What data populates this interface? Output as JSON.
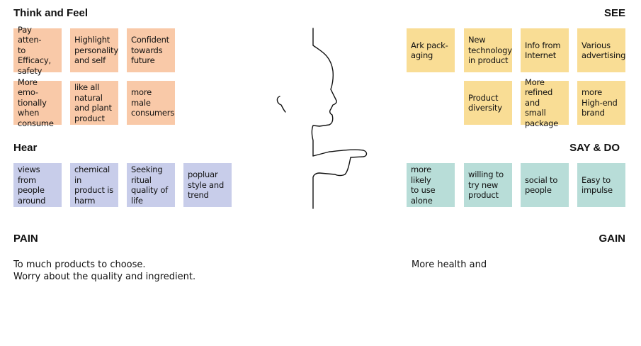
{
  "think_feel": {
    "title": "Think and Feel",
    "notes": [
      "Pay atten-\nto\nEfficacy,\nsafety",
      "Highlight\npersonality\nand self",
      "Confident\ntowards\nfuture",
      "More emo-\ntionally\nwhen\nconsume",
      "like all\nnatural\nand plant\nproduct",
      "more\nmale\nconsumers"
    ]
  },
  "hear": {
    "title": "Hear",
    "notes": [
      "views from\npeople\naround",
      "chemical in\nproduct is\nharm",
      "Seeking\nritual\nquality of\nlife",
      "popluar\nstyle and\ntrend"
    ]
  },
  "see": {
    "title": "SEE",
    "notes": [
      "Ark pack-\naging",
      "New\ntechnology\nin product",
      "Info from\nInternet",
      "Various\nadvertising",
      "Product\ndiversity",
      "More\nrefined and\nsmall\npackage",
      "more\nHigh-end\nbrand"
    ]
  },
  "say_do": {
    "title": "SAY & DO",
    "notes": [
      "more likely\nto use\nalone",
      "willing to\ntry new\nproduct",
      "social to\npeople",
      "Easy to\nimpulse"
    ]
  },
  "pain": {
    "title": "PAIN",
    "lines": [
      "To much products to choose.",
      "Worry about the quality and ingredient."
    ]
  },
  "gain": {
    "title": "GAIN",
    "lines": [
      "More health and"
    ]
  },
  "colors": {
    "think_feel": "#f9c9a8",
    "hear": "#c8cdea",
    "see": "#f9dd95",
    "say_do": "#b8ddd8"
  },
  "icons": {
    "center": "human-profile-icon"
  }
}
